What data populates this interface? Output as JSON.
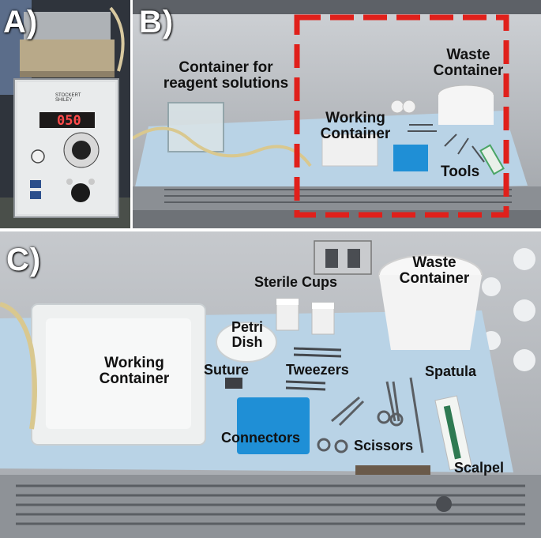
{
  "panels": {
    "a": {
      "label": "A)",
      "device": {
        "brand_line1": "STOCKERT",
        "brand_line2": "SHILEY",
        "display": "050"
      }
    },
    "b": {
      "label": "B)",
      "labels": {
        "reagent_line1": "Container for",
        "reagent_line2": "reagent solutions",
        "waste_line1": "Waste",
        "waste_line2": "Container",
        "working_line1": "Working",
        "working_line2": "Container",
        "tools": "Tools"
      },
      "highlight_color": "#e0201b"
    },
    "c": {
      "label": "C)",
      "labels": {
        "sterile_cups": "Sterile Cups",
        "waste_line1": "Waste",
        "waste_line2": "Container",
        "petri_line1": "Petri",
        "petri_line2": "Dish",
        "working_line1": "Working",
        "working_line2": "Container",
        "suture": "Suture",
        "tweezers": "Tweezers",
        "spatula": "Spatula",
        "connectors": "Connectors",
        "scissors": "Scissors",
        "scalpel": "Scalpel"
      }
    }
  },
  "colors": {
    "blue_tray": "#1f8fd6",
    "drape": "#b9d3e6"
  }
}
